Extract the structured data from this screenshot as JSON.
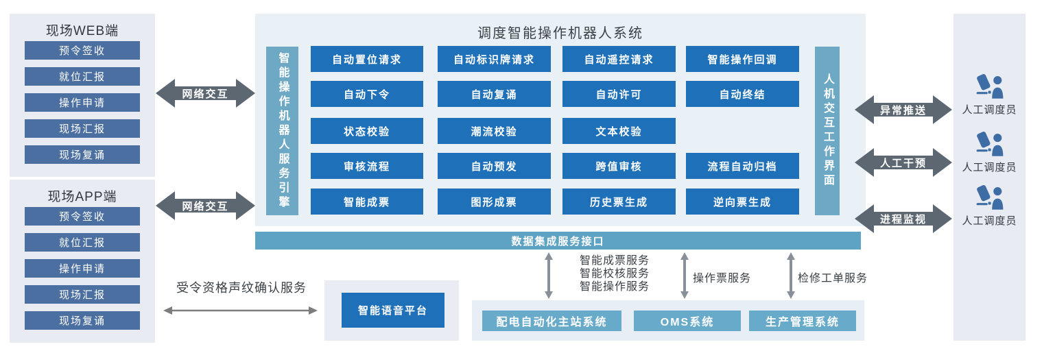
{
  "colors": {
    "primary_blue": "#1e70b8",
    "steel_blue": "#4b6fa0",
    "teal_bar": "#6da8c5",
    "data_bar_teal": "#5fa3c4",
    "system_teal": "#68aac9",
    "arrow_dark_gray": "#5d6772",
    "thin_arrow_gray": "#7d7d7d",
    "panel_light": "#e8ebf2",
    "main_panel_light": "#e9f1f6"
  },
  "web_panel": {
    "title": "现场WEB端",
    "items": [
      "预令签收",
      "就位汇报",
      "操作申请",
      "现场汇报",
      "现场复诵"
    ]
  },
  "app_panel": {
    "title": "现场APP端",
    "items": [
      "预令签收",
      "就位汇报",
      "操作申请",
      "现场汇报",
      "现场复诵"
    ]
  },
  "network_arrows": {
    "web": "网络交互",
    "app": "网络交互"
  },
  "main_system": {
    "title": "调度智能操作机器人系统",
    "engine_bar": "智能操作机器人服务引擎",
    "hmi_bar": "人机交互工作界面",
    "grid": {
      "rows": [
        [
          "自动置位请求",
          "自动标识牌请求",
          "自动遥控请求",
          "智能操作回调"
        ],
        [
          "自动下令",
          "自动复诵",
          "自动许可",
          "自动终结"
        ],
        [
          "状态校验",
          "潮流校验",
          "文本校验"
        ],
        [
          "审核流程",
          "自动预发",
          "跨值审核",
          "流程自动归档"
        ],
        [
          "智能成票",
          "图形成票",
          "历史票生成",
          "逆向票生成"
        ]
      ]
    }
  },
  "data_bar": {
    "label": "数据集成服务接口"
  },
  "right_arrows": {
    "items": [
      "异常推送",
      "人工干预",
      "进程监视"
    ]
  },
  "dispatchers": {
    "items": [
      "人工调度员",
      "人工调度员",
      "人工调度员"
    ]
  },
  "integration_services": {
    "group1_lines": [
      "智能成票服务",
      "智能校核服务",
      "智能操作服务"
    ],
    "group2": "操作票服务",
    "group3": "检修工单服务"
  },
  "voice": {
    "service_label": "受令资格声纹确认服务",
    "platform": "智能语音平台"
  },
  "external_systems": {
    "items": [
      "配电自动化主站系统",
      "OMS系统",
      "生产管理系统"
    ]
  }
}
